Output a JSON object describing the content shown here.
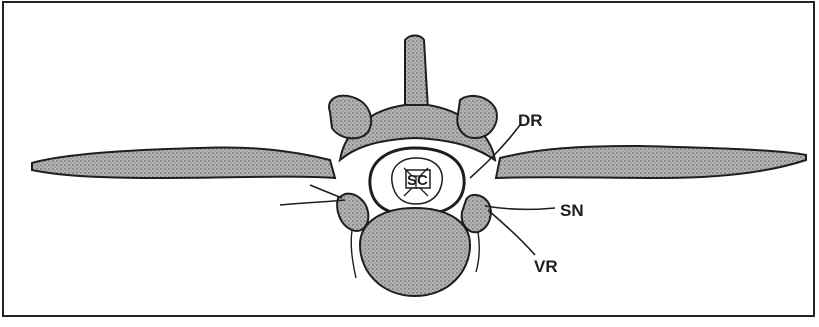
{
  "labels": {
    "dr": "DR",
    "sc": "SC",
    "sn": "SN",
    "vr": "VR"
  },
  "colors": {
    "ink": "#1e1e1e",
    "bone_fill": "#a9a9a9",
    "canal_fill": "#ffffff",
    "background": "#ffffff"
  }
}
